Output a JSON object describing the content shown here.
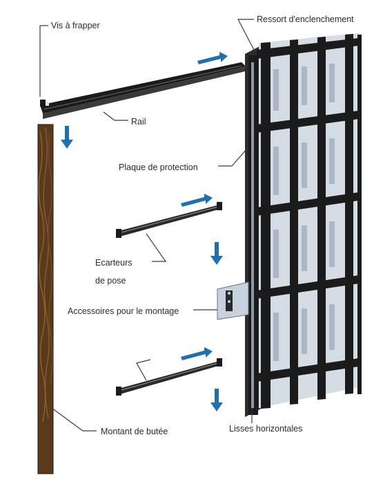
{
  "labels": {
    "vis_a_frapper": "Vis à frapper",
    "ressort": "Ressort d'enclenchement",
    "rail": "Rail",
    "plaque": "Plaque de protection",
    "ecarteurs_line1": "Ecarteurs",
    "ecarteurs_line2": "de pose",
    "accessoires": "Accessoires pour le montage",
    "montant": "Montant de butée",
    "lisses": "Lisses horizontales"
  },
  "colors": {
    "frame_dark": "#1b1b1b",
    "slot_light": "#a9b6c4",
    "wood": "#5a3a1a",
    "wood_grain": "#8a6534",
    "arrow_blue": "#1f6fb4",
    "label_text": "#2b2b2b"
  },
  "icons": [
    "arrow-right-icon",
    "arrow-down-icon"
  ]
}
